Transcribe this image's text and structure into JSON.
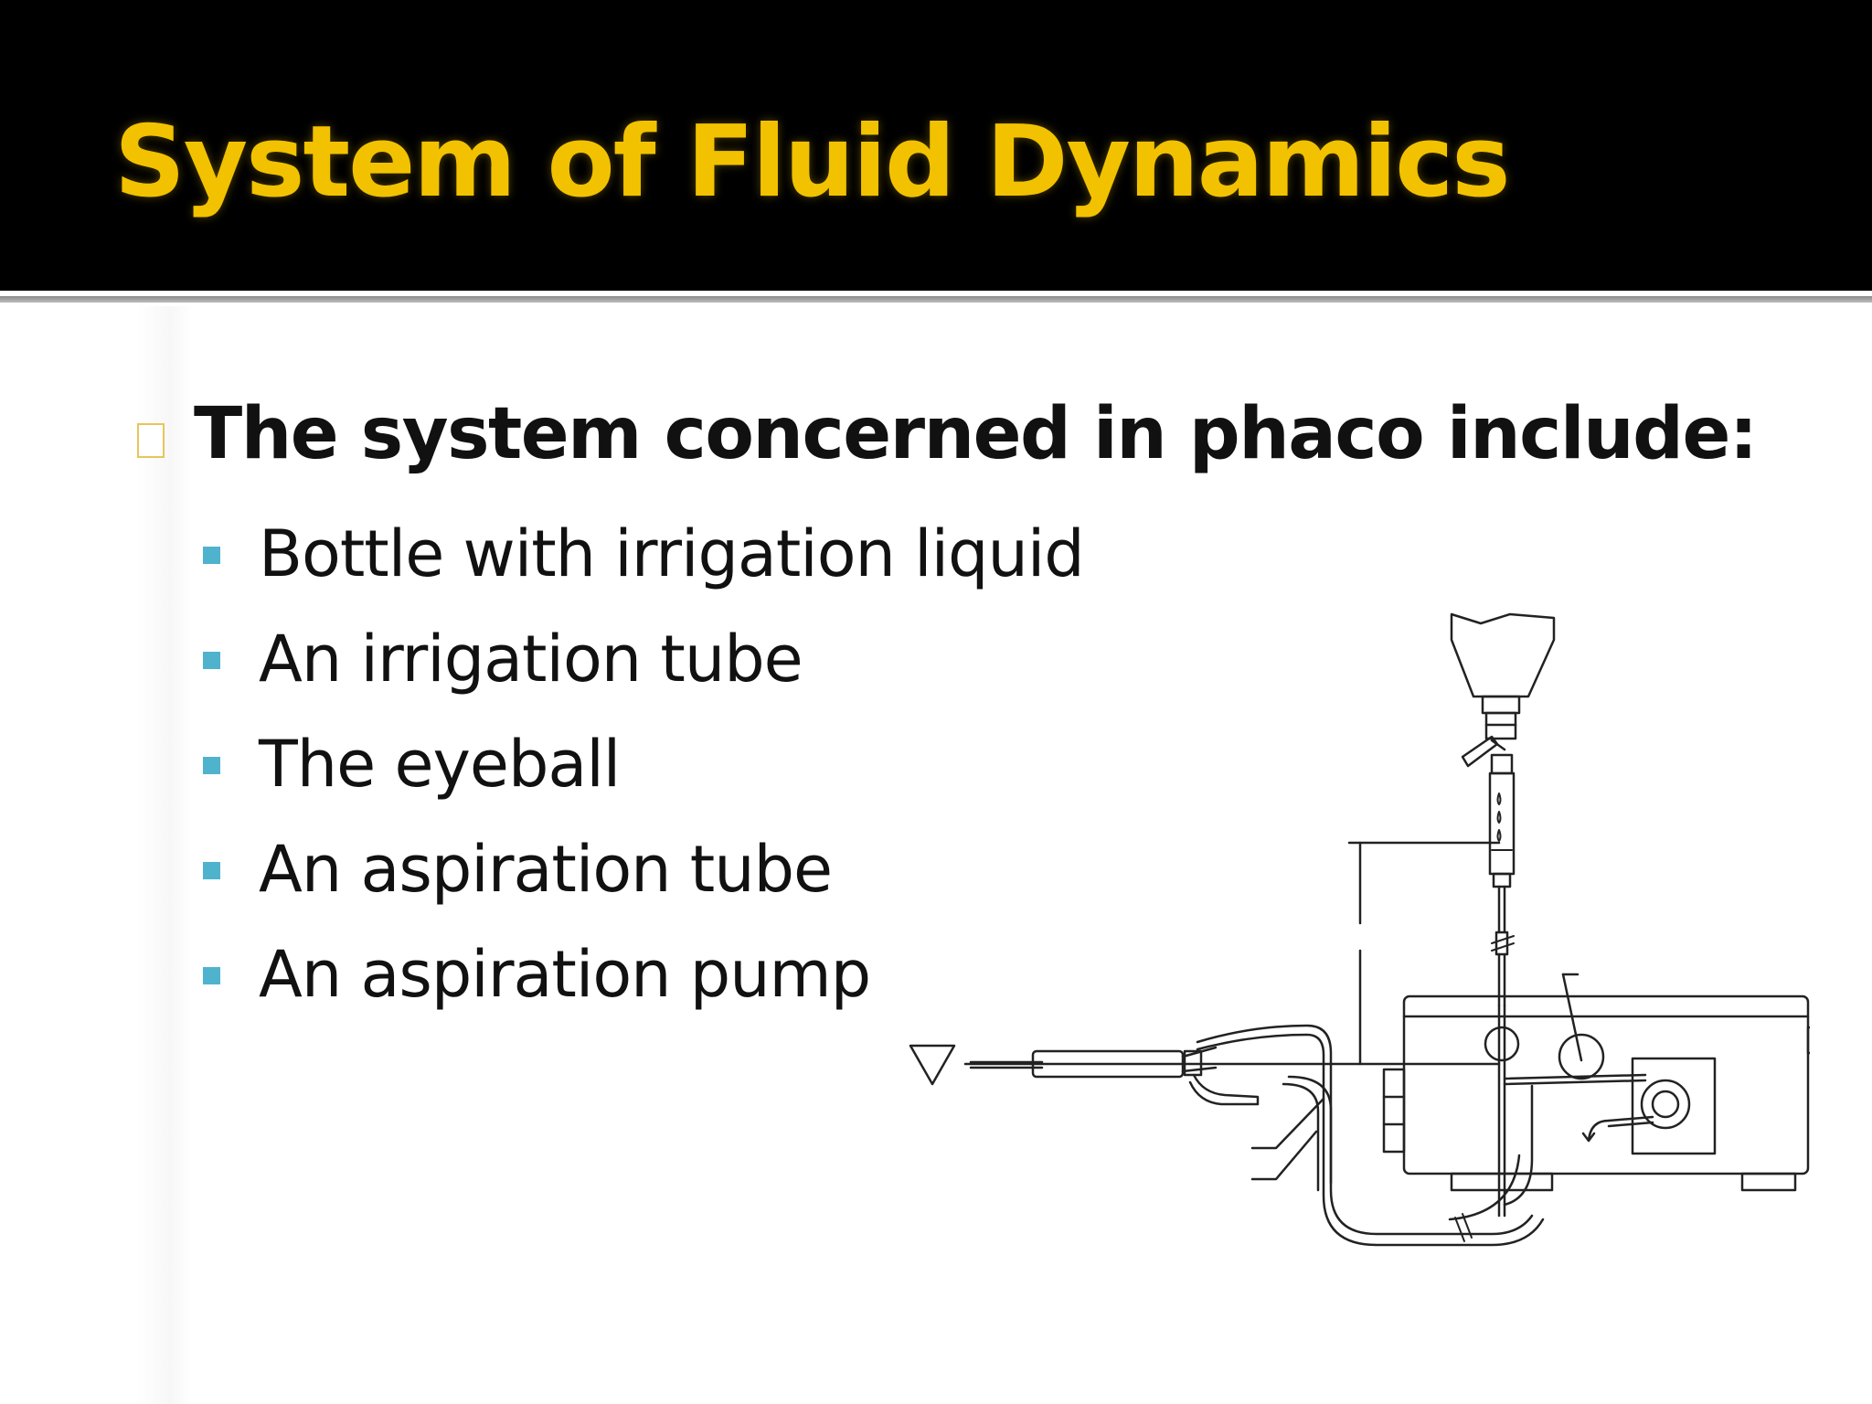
{
  "slide": {
    "title": "System of Fluid Dynamics",
    "main_bullet": "The system concerned in phaco include:",
    "sub_items": [
      "Bottle with irrigation liquid",
      "An irrigation tube",
      "The eyeball",
      "An aspiration tube",
      "An aspiration pump"
    ]
  },
  "colors": {
    "title_background": "#000000",
    "title_text": "#f2c200",
    "body_text": "#111111",
    "sub_bullet": "#4fb3cd",
    "main_bullet_box": "#e8c45a"
  },
  "icons": {
    "main_bullet": "hollow-square-icon",
    "sub_bullet": "square-bullet-icon"
  },
  "figure": {
    "description_name": "phaco-fluidics-line-drawing"
  }
}
